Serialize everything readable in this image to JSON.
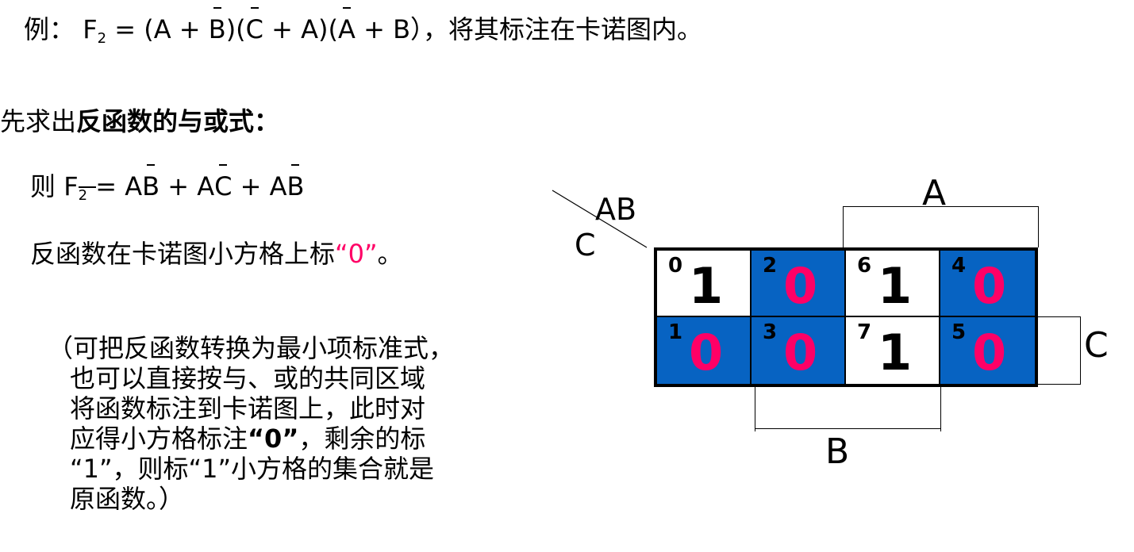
{
  "example": {
    "prefix": "例：",
    "F": "F",
    "sub": "2",
    "eq": " = (A + ",
    "b_bar": "B",
    "p1": ")(",
    "c_bar": "C",
    "p2": " + A)(",
    "a_bar": "A",
    "p3": " + B）",
    "suffix": "，将其标注在卡诺图内。"
  },
  "step_title": {
    "normal": "先求出",
    "bold": "反函数的与或式："
  },
  "inverse": {
    "prefix": "则 ",
    "F": "F",
    "sub": "2",
    "eq": " = A",
    "b1": "B",
    "plus1": " + A",
    "c1": "C",
    "plus2": " + A",
    "b2": "B"
  },
  "mark_note": {
    "text": "反函数在卡诺图小方格上标",
    "quote": "“0”",
    "end": "。"
  },
  "explanation": {
    "lines": [
      "（可把反函数转换为最小项标准式，",
      "也可以直接按与、或的共同区域",
      "将函数标注到卡诺图上，此时对",
      "应得小方格标注",
      "“1”，则标“1”小方格的集合就是",
      "原函数。）"
    ],
    "bold_zero": "“0”",
    "line4_tail": "，剩余的标"
  },
  "kmap": {
    "corner_top": "AB",
    "corner_left": "C",
    "label_A": "A",
    "label_B": "B",
    "label_C": "C",
    "colors": {
      "filled": "#0763c2",
      "zero": "#ff0066",
      "one": "#000000",
      "empty": "#ffffff"
    },
    "cells": [
      {
        "index": "0",
        "value": "1"
      },
      {
        "index": "2",
        "value": "0"
      },
      {
        "index": "6",
        "value": "1"
      },
      {
        "index": "4",
        "value": "0"
      },
      {
        "index": "1",
        "value": "0"
      },
      {
        "index": "3",
        "value": "0"
      },
      {
        "index": "7",
        "value": "1"
      },
      {
        "index": "5",
        "value": "0"
      }
    ]
  }
}
